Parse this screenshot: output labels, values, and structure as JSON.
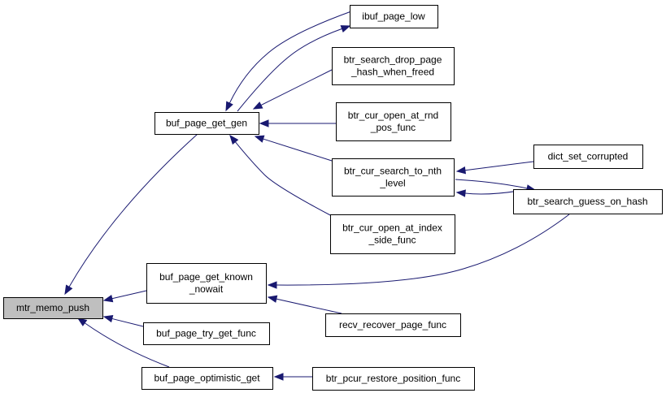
{
  "graph": {
    "nodes": [
      {
        "id": "mtr_memo_push",
        "lines": [
          "mtr_memo_push"
        ],
        "root": true
      },
      {
        "id": "buf_page_get_gen",
        "lines": [
          "buf_page_get_gen"
        ]
      },
      {
        "id": "buf_page_get_known_nowait",
        "lines": [
          "buf_page_get_known",
          "_nowait"
        ]
      },
      {
        "id": "buf_page_try_get_func",
        "lines": [
          "buf_page_try_get_func"
        ]
      },
      {
        "id": "buf_page_optimistic_get",
        "lines": [
          "buf_page_optimistic_get"
        ]
      },
      {
        "id": "ibuf_page_low",
        "lines": [
          "ibuf_page_low"
        ]
      },
      {
        "id": "btr_search_drop_page_hash_when_freed",
        "lines": [
          "btr_search_drop_page",
          "_hash_when_freed"
        ]
      },
      {
        "id": "btr_cur_open_at_rnd_pos_func",
        "lines": [
          "btr_cur_open_at_rnd",
          "_pos_func"
        ]
      },
      {
        "id": "btr_cur_search_to_nth_level",
        "lines": [
          "btr_cur_search_to_nth",
          "_level"
        ]
      },
      {
        "id": "btr_cur_open_at_index_side_func",
        "lines": [
          "btr_cur_open_at_index",
          "_side_func"
        ]
      },
      {
        "id": "recv_recover_page_func",
        "lines": [
          "recv_recover_page_func"
        ]
      },
      {
        "id": "btr_pcur_restore_position_func",
        "lines": [
          "btr_pcur_restore_position_func"
        ]
      },
      {
        "id": "dict_set_corrupted",
        "lines": [
          "dict_set_corrupted"
        ]
      },
      {
        "id": "btr_search_guess_on_hash",
        "lines": [
          "btr_search_guess_on_hash"
        ]
      }
    ],
    "edges": [
      {
        "from": "buf_page_get_gen",
        "to": "mtr_memo_push"
      },
      {
        "from": "buf_page_get_known_nowait",
        "to": "mtr_memo_push"
      },
      {
        "from": "buf_page_try_get_func",
        "to": "mtr_memo_push"
      },
      {
        "from": "buf_page_optimistic_get",
        "to": "mtr_memo_push"
      },
      {
        "from": "ibuf_page_low",
        "to": "buf_page_get_gen"
      },
      {
        "from": "buf_page_get_gen",
        "to": "ibuf_page_low"
      },
      {
        "from": "btr_search_drop_page_hash_when_freed",
        "to": "buf_page_get_gen"
      },
      {
        "from": "btr_cur_open_at_rnd_pos_func",
        "to": "buf_page_get_gen"
      },
      {
        "from": "btr_cur_search_to_nth_level",
        "to": "buf_page_get_gen"
      },
      {
        "from": "btr_cur_open_at_index_side_func",
        "to": "buf_page_get_gen"
      },
      {
        "from": "dict_set_corrupted",
        "to": "btr_cur_search_to_nth_level"
      },
      {
        "from": "btr_search_guess_on_hash",
        "to": "btr_cur_search_to_nth_level"
      },
      {
        "from": "btr_cur_search_to_nth_level",
        "to": "btr_search_guess_on_hash"
      },
      {
        "from": "btr_search_guess_on_hash",
        "to": "buf_page_get_known_nowait"
      },
      {
        "from": "recv_recover_page_func",
        "to": "buf_page_get_known_nowait"
      },
      {
        "from": "btr_pcur_restore_position_func",
        "to": "buf_page_optimistic_get"
      }
    ]
  }
}
